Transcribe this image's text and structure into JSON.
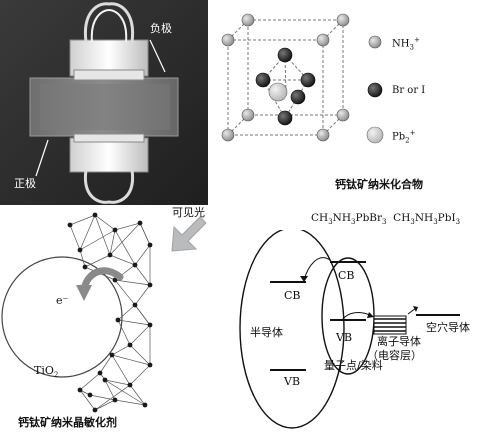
{
  "photo": {
    "negative_label": "负极",
    "positive_label": "正极"
  },
  "crystal": {
    "legend": [
      {
        "label": "NH",
        "sup": "+",
        "sub": "3",
        "kind": "light-gray"
      },
      {
        "label": "Br or I",
        "kind": "dark"
      },
      {
        "label": "Pb",
        "sub": "2",
        "sup": "+",
        "kind": "pale"
      }
    ],
    "caption": "钙钛矿纳米化合物",
    "formulas": "CH3NH3PbBr3  CH3NH3PbI3"
  },
  "nanocrystal": {
    "visible_light_label": "可见光",
    "electron_label": "e⁻",
    "tio2_label": "TiO2",
    "caption": "钙钛矿纳米晶敏化剂"
  },
  "band_diagram": {
    "semiconductor_cb": "CB",
    "semiconductor_vb": "VB",
    "semiconductor_label": "半导体",
    "dot_cb": "CB",
    "dot_vb": "VB",
    "dot_label": "量子点/染料",
    "ionic_conductor_label": "离子导体",
    "capacitor_layer_label": "（电容层）",
    "hole_conductor_label": "空穴导体"
  },
  "colors": {
    "photo_bg": "#2e2e2e",
    "arrow_gray": "#b9bbbd",
    "tio2_fill": "#ffffff"
  }
}
